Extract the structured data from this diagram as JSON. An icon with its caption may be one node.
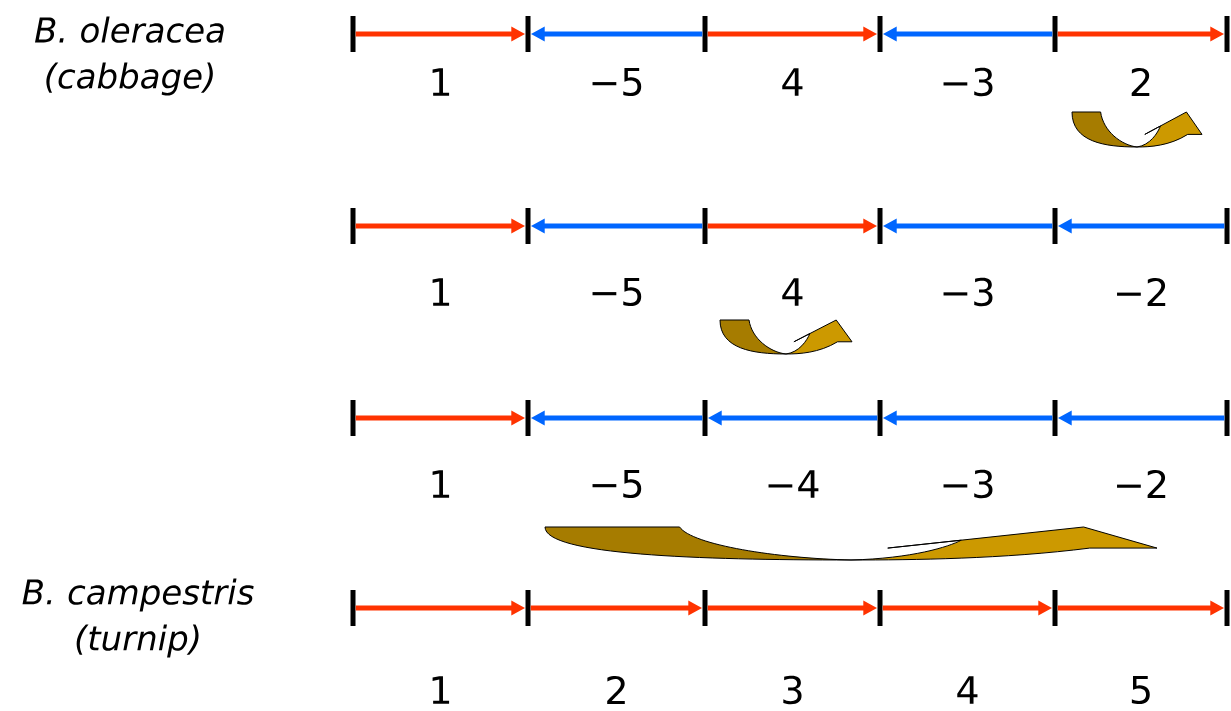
{
  "diagram": {
    "nodes": [
      {
        "text": [],
        "shape": "bar"
      },
      {
        "text": [],
        "shape": "bar"
      },
      {
        "text": [],
        "shape": "bar"
      },
      {
        "text": [],
        "shape": "bar"
      },
      {
        "text": [],
        "shape": "bar"
      },
      {
        "text": [],
        "shape": "bar"
      },
      {
        "text": [],
        "shape": "bar"
      },
      {
        "text": [],
        "shape": "bar"
      },
      {
        "text": [],
        "shape": "bar"
      },
      {
        "text": [],
        "shape": "bar"
      },
      {
        "text": [],
        "shape": "bar"
      },
      {
        "text": [],
        "shape": "bar"
      },
      {
        "text": [],
        "shape": "bar"
      },
      {
        "text": [],
        "shape": "bar"
      },
      {
        "text": [],
        "shape": "bar"
      },
      {
        "text": [],
        "shape": "bar"
      },
      {
        "text": [],
        "shape": "bar"
      },
      {
        "text": [],
        "shape": "bar"
      },
      {
        "text": [],
        "shape": "bar"
      },
      {
        "text": [],
        "shape": "bar"
      },
      {
        "text": [],
        "shape": "bar"
      },
      {
        "text": [],
        "shape": "bar"
      },
      {
        "text": [],
        "shape": "bar"
      },
      {
        "text": [],
        "shape": "bar"
      }
    ],
    "edges": [
      {
        "from": 0,
        "to": 1,
        "arrow": "to",
        "label": "1"
      },
      {
        "from": 2,
        "to": 1,
        "arrow": "to",
        "label": "−5",
        "color": "#0066ff"
      },
      {
        "from": 2,
        "to": 3,
        "arrow": "to",
        "label": "4"
      },
      {
        "from": 4,
        "to": 3,
        "arrow": "to",
        "label": "−3",
        "color": "#0066ff"
      },
      {
        "from": 4,
        "to": 5,
        "arrow": "to",
        "label": "2"
      },
      {
        "from": 6,
        "to": 7,
        "arrow": "to",
        "label": "1"
      },
      {
        "from": 8,
        "to": 7,
        "arrow": "to",
        "label": "−5",
        "color": "#0066ff"
      },
      {
        "from": 8,
        "to": 9,
        "arrow": "to",
        "label": "4"
      },
      {
        "from": 10,
        "to": 9,
        "arrow": "to",
        "label": "−3",
        "color": "#0066ff"
      },
      {
        "from": 11,
        "to": 10,
        "arrow": "to",
        "label": "−2",
        "color": "#0066ff"
      },
      {
        "from": 12,
        "to": 13,
        "arrow": "to",
        "label": "1"
      },
      {
        "from": 14,
        "to": 13,
        "arrow": "to",
        "label": "−5",
        "color": "#0066ff"
      },
      {
        "from": 15,
        "to": 14,
        "arrow": "to",
        "label": "−4",
        "color": "#0066ff"
      },
      {
        "from": 16,
        "to": 15,
        "arrow": "to",
        "label": "−3",
        "color": "#0066ff"
      },
      {
        "from": 17,
        "to": 16,
        "arrow": "to",
        "label": "−2",
        "color": "#0066ff"
      },
      {
        "from": 18,
        "to": 19,
        "arrow": "to",
        "label": "1"
      },
      {
        "from": 19,
        "to": 20,
        "arrow": "to",
        "label": "2"
      },
      {
        "from": 20,
        "to": 21,
        "arrow": "to",
        "label": "3"
      },
      {
        "from": 21,
        "to": 22,
        "arrow": "to",
        "label": "4"
      },
      {
        "from": 22,
        "to": 23,
        "arrow": "to",
        "label": "5"
      }
    ],
    "labels": [
      "B. oleracea (cabbage)",
      "B. campestris (turnip)"
    ]
  }
}
